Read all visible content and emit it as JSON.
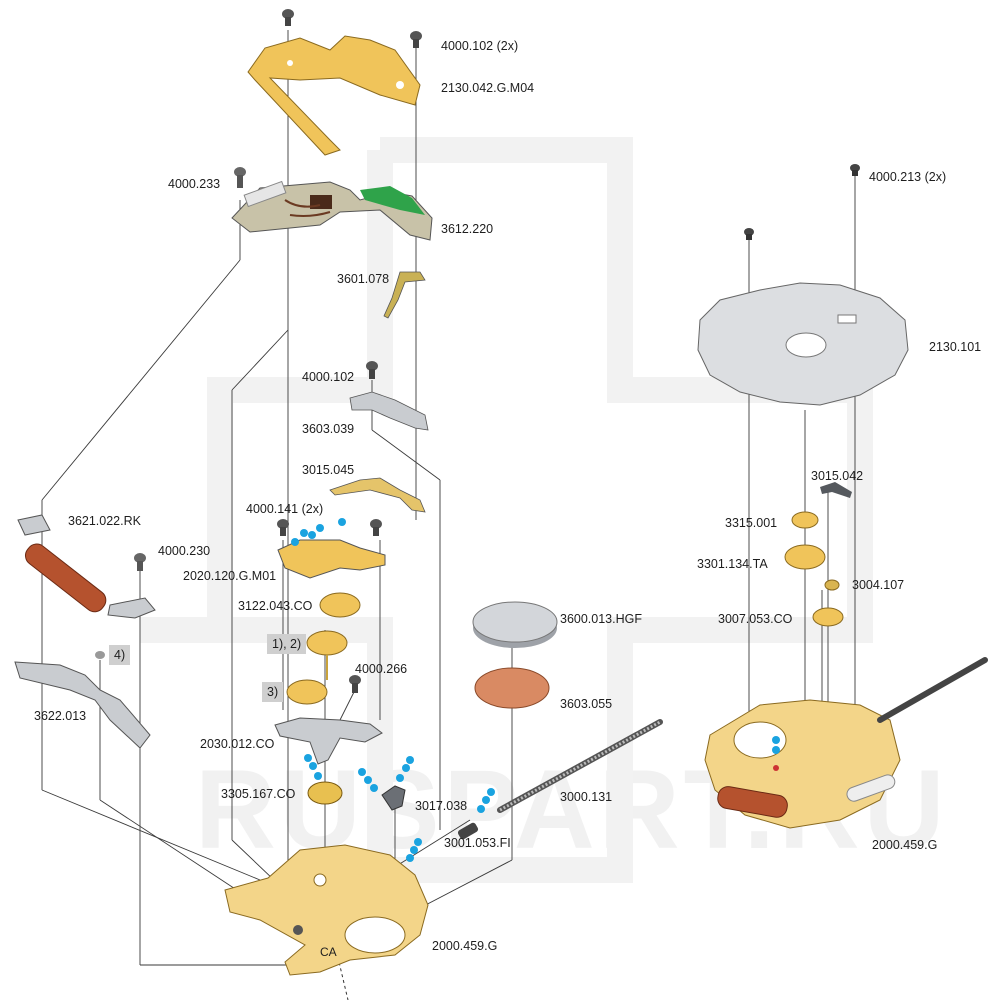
{
  "diagram": {
    "title": "Exploded view of quartz watch movement",
    "watermark": "RUSPART.RU",
    "colors": {
      "brass": "#f0c45a",
      "brass_light": "#f8e2a8",
      "steel": "#c9ccd0",
      "steel_dark": "#5b5f66",
      "coil_copper": "#b5522e",
      "pcb_green": "#2fa34a",
      "pcb_brown": "#6b3a22",
      "oil_drop": "#1aa3e0",
      "insulator": "#d98a63",
      "leader_line": "#3a3a3a",
      "watermark": "#eeeeee",
      "tag_bg": "#cfcfcf"
    },
    "parts": [
      {
        "id": "4000.102 (2x)",
        "desc": "screw"
      },
      {
        "id": "2130.042.G.M04",
        "desc": "bridge"
      },
      {
        "id": "4000.233",
        "desc": "screw"
      },
      {
        "id": "3612.220",
        "desc": "circuit module"
      },
      {
        "id": "3601.078",
        "desc": "contact spring"
      },
      {
        "id": "4000.102",
        "desc": "screw"
      },
      {
        "id": "3603.039",
        "desc": "battery clamp"
      },
      {
        "id": "3015.045",
        "desc": "spring"
      },
      {
        "id": "4000.141 (2x)",
        "desc": "screw"
      },
      {
        "id": "2020.120.G.M01",
        "desc": "train bridge"
      },
      {
        "id": "3621.022.RK",
        "desc": "coil"
      },
      {
        "id": "4000.230",
        "desc": "screw"
      },
      {
        "id": "3122.043.CO",
        "desc": "wheel"
      },
      {
        "id": "1), 2)",
        "desc": "note tag"
      },
      {
        "id": "3)",
        "desc": "note tag"
      },
      {
        "id": "4)",
        "desc": "note tag"
      },
      {
        "id": "4000.266",
        "desc": "screw"
      },
      {
        "id": "3622.013",
        "desc": "stator"
      },
      {
        "id": "2030.012.CO",
        "desc": "bridge"
      },
      {
        "id": "3305.167.CO",
        "desc": "rotor wheel"
      },
      {
        "id": "3017.038",
        "desc": "setting lever"
      },
      {
        "id": "3600.013.HGF",
        "desc": "battery"
      },
      {
        "id": "3603.055",
        "desc": "insulator"
      },
      {
        "id": "3000.131",
        "desc": "winding stem"
      },
      {
        "id": "3001.053.FI",
        "desc": "clutch pinion"
      },
      {
        "id": "2000.459.G",
        "desc": "main plate"
      },
      {
        "id": "4000.213 (2x)",
        "desc": "screw"
      },
      {
        "id": "2130.101",
        "desc": "dial plate"
      },
      {
        "id": "3015.042",
        "desc": "lever"
      },
      {
        "id": "3315.001",
        "desc": "washer"
      },
      {
        "id": "3301.134.TA",
        "desc": "hour wheel"
      },
      {
        "id": "3004.107",
        "desc": "pinion"
      },
      {
        "id": "3007.053.CO",
        "desc": "minute wheel"
      },
      {
        "id": "2000.459.G",
        "desc": "main plate (dial side)"
      }
    ],
    "plate_marking": "CA"
  }
}
